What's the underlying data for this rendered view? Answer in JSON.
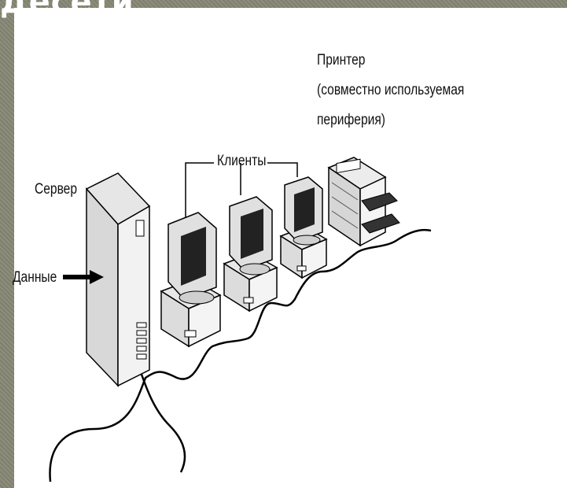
{
  "slide": {
    "clipped_title": "Десети"
  },
  "diagram": {
    "server_label": "Сервер",
    "data_label": "Данные",
    "clients_label": "Клиенты",
    "printer_label_line1": "Принтер",
    "printer_label_line2": "(совместно используемая",
    "printer_label_line3": "периферия)"
  },
  "icons": {
    "server": "server-tower-icon",
    "client": "desktop-computer-icon",
    "printer": "printer-icon",
    "arrow": "arrow-right-icon"
  }
}
